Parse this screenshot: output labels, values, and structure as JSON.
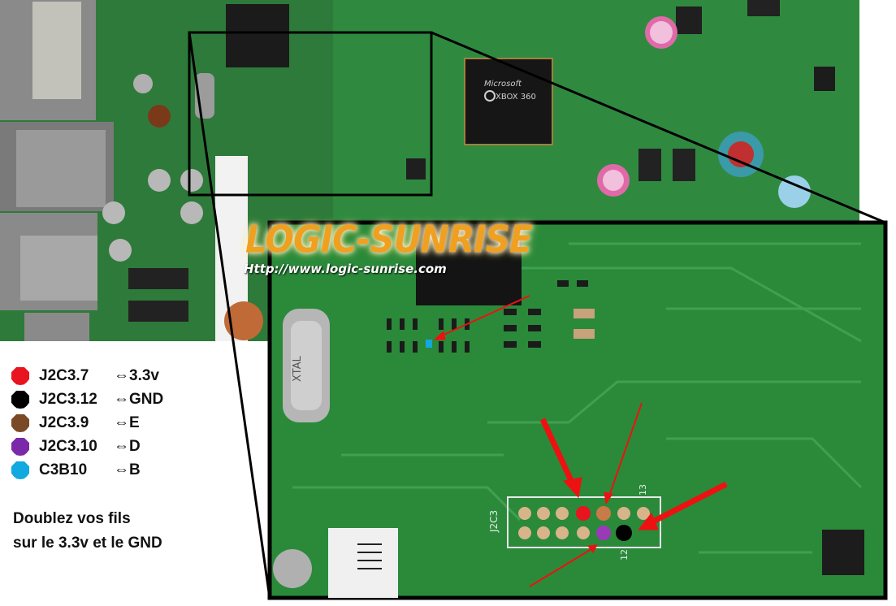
{
  "brand": {
    "name": "LOGIC-SUNRISE",
    "url": "Http://www.logic-sunrise.com"
  },
  "chip": {
    "logo": "Microsoft",
    "model": "XBOX 360"
  },
  "legend": [
    {
      "code": "J2C3.7",
      "arrow": "⇔",
      "signal": "3.3v",
      "color": "#e8141e"
    },
    {
      "code": "J2C3.12",
      "arrow": "⇔",
      "signal": "GND",
      "color": "#000000"
    },
    {
      "code": "J2C3.9",
      "arrow": "⇔",
      "signal": "E",
      "color": "#7a4a26"
    },
    {
      "code": "J2C3.10",
      "arrow": "⇔",
      "signal": "D",
      "color": "#7a2aa8"
    },
    {
      "code": "C3B10",
      "arrow": "⇔",
      "signal": "B",
      "color": "#12a8e0"
    }
  ],
  "note": {
    "line1": "Doublez vos fils",
    "line2": "sur le 3.3v et le GND"
  },
  "pcb_labels": {
    "header": "J2C3",
    "pin13": "13",
    "pin12": "12",
    "crystal": "XTAL"
  }
}
